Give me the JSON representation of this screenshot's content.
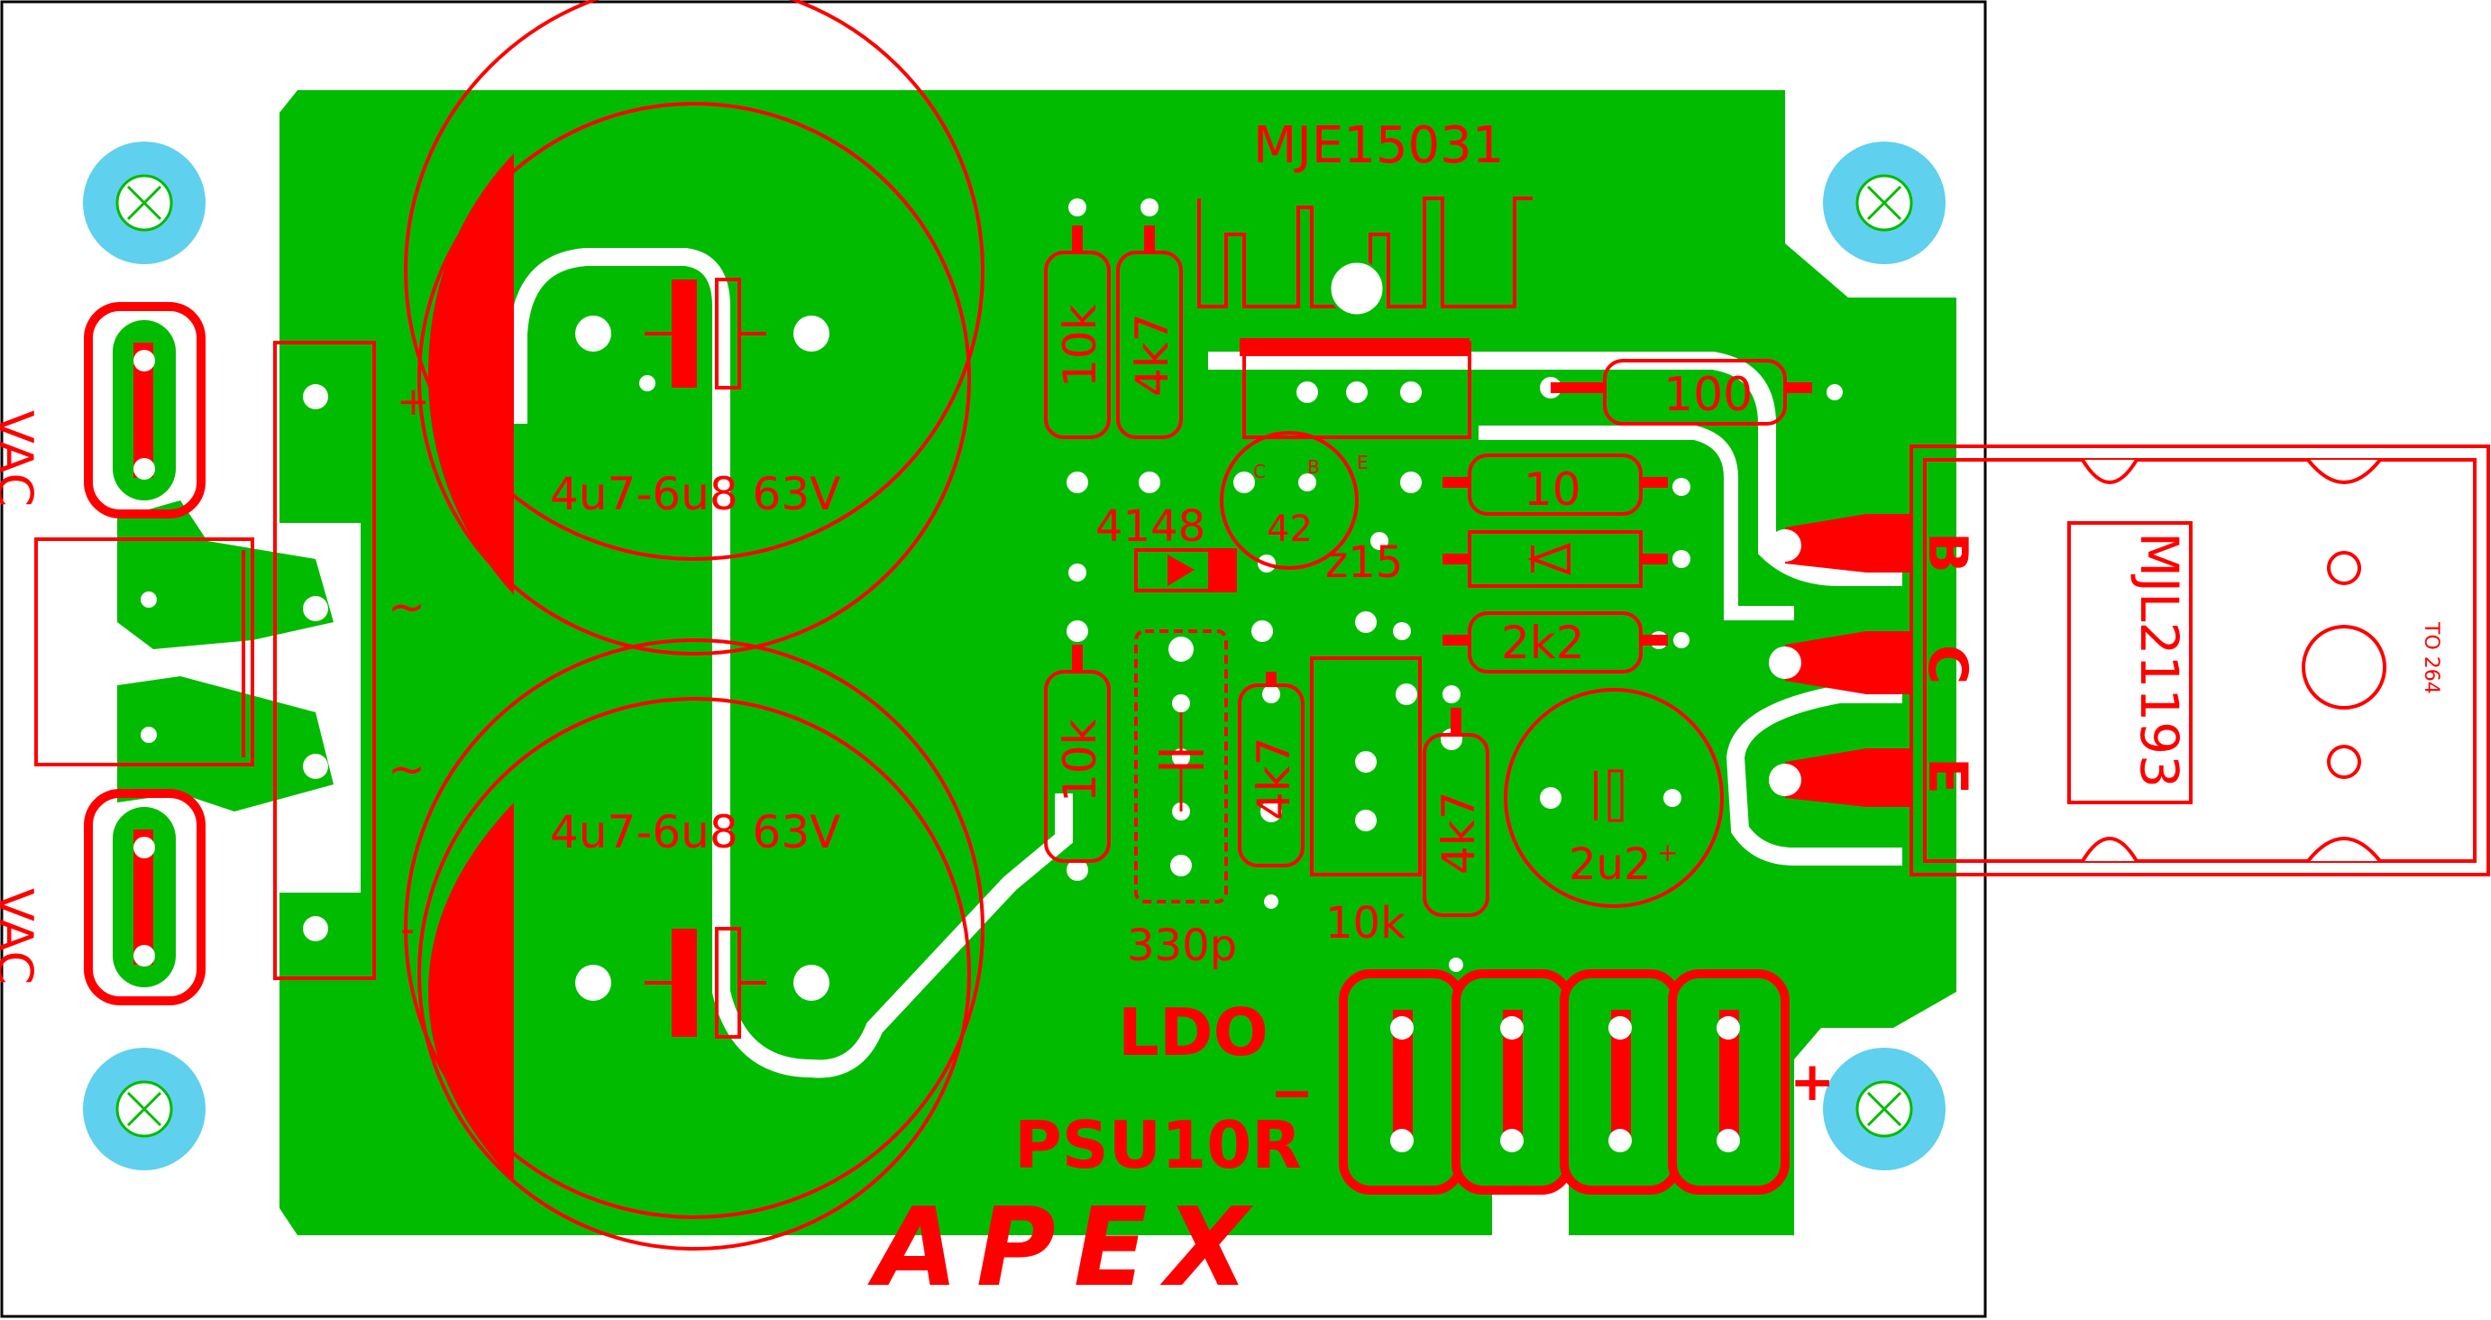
{
  "board": {
    "colors": {
      "copper": "#00bb00",
      "silkscreen": "#ff0000",
      "mount_ring": "#5fd0ee",
      "background": "#ffffff",
      "pad_hole": "#ffffff"
    }
  },
  "labels": {
    "transistor_driver": "MJE15031",
    "cap_top": "4u7-6u8 63V",
    "cap_bottom": "4u7-6u8 63V",
    "res_10k_top": "10k",
    "res_4k7_top": "4k7",
    "res_100": "100",
    "diode_4148": "4148",
    "transistor_42": "42",
    "pin_c": "C",
    "pin_b": "B",
    "pin_e": "E",
    "res_10": "10",
    "zener": "z15",
    "res_2k2": "2k2",
    "res_10k_mid": "10k",
    "res_4k7_mid": "4k7",
    "res_4k7_right": "4k7",
    "trimmer_10k": "10k",
    "cap_330p": "330p",
    "cap_2u2": "2u2",
    "plus_sign": "+",
    "vac_top": "VAC",
    "vac_bottom": "VAC",
    "bridge_plus": "+",
    "bridge_minus": "-",
    "bridge_ac1": "~",
    "bridge_ac2": "~",
    "title_ldo": "LDO",
    "title_psu": "PSU10R",
    "output_minus": "_",
    "output_plus": "+",
    "brand": "APEX",
    "power_transistor": "MJL21193",
    "package": "TO 264",
    "pin_big_b": "B",
    "pin_big_c": "C",
    "pin_big_e": "E"
  }
}
